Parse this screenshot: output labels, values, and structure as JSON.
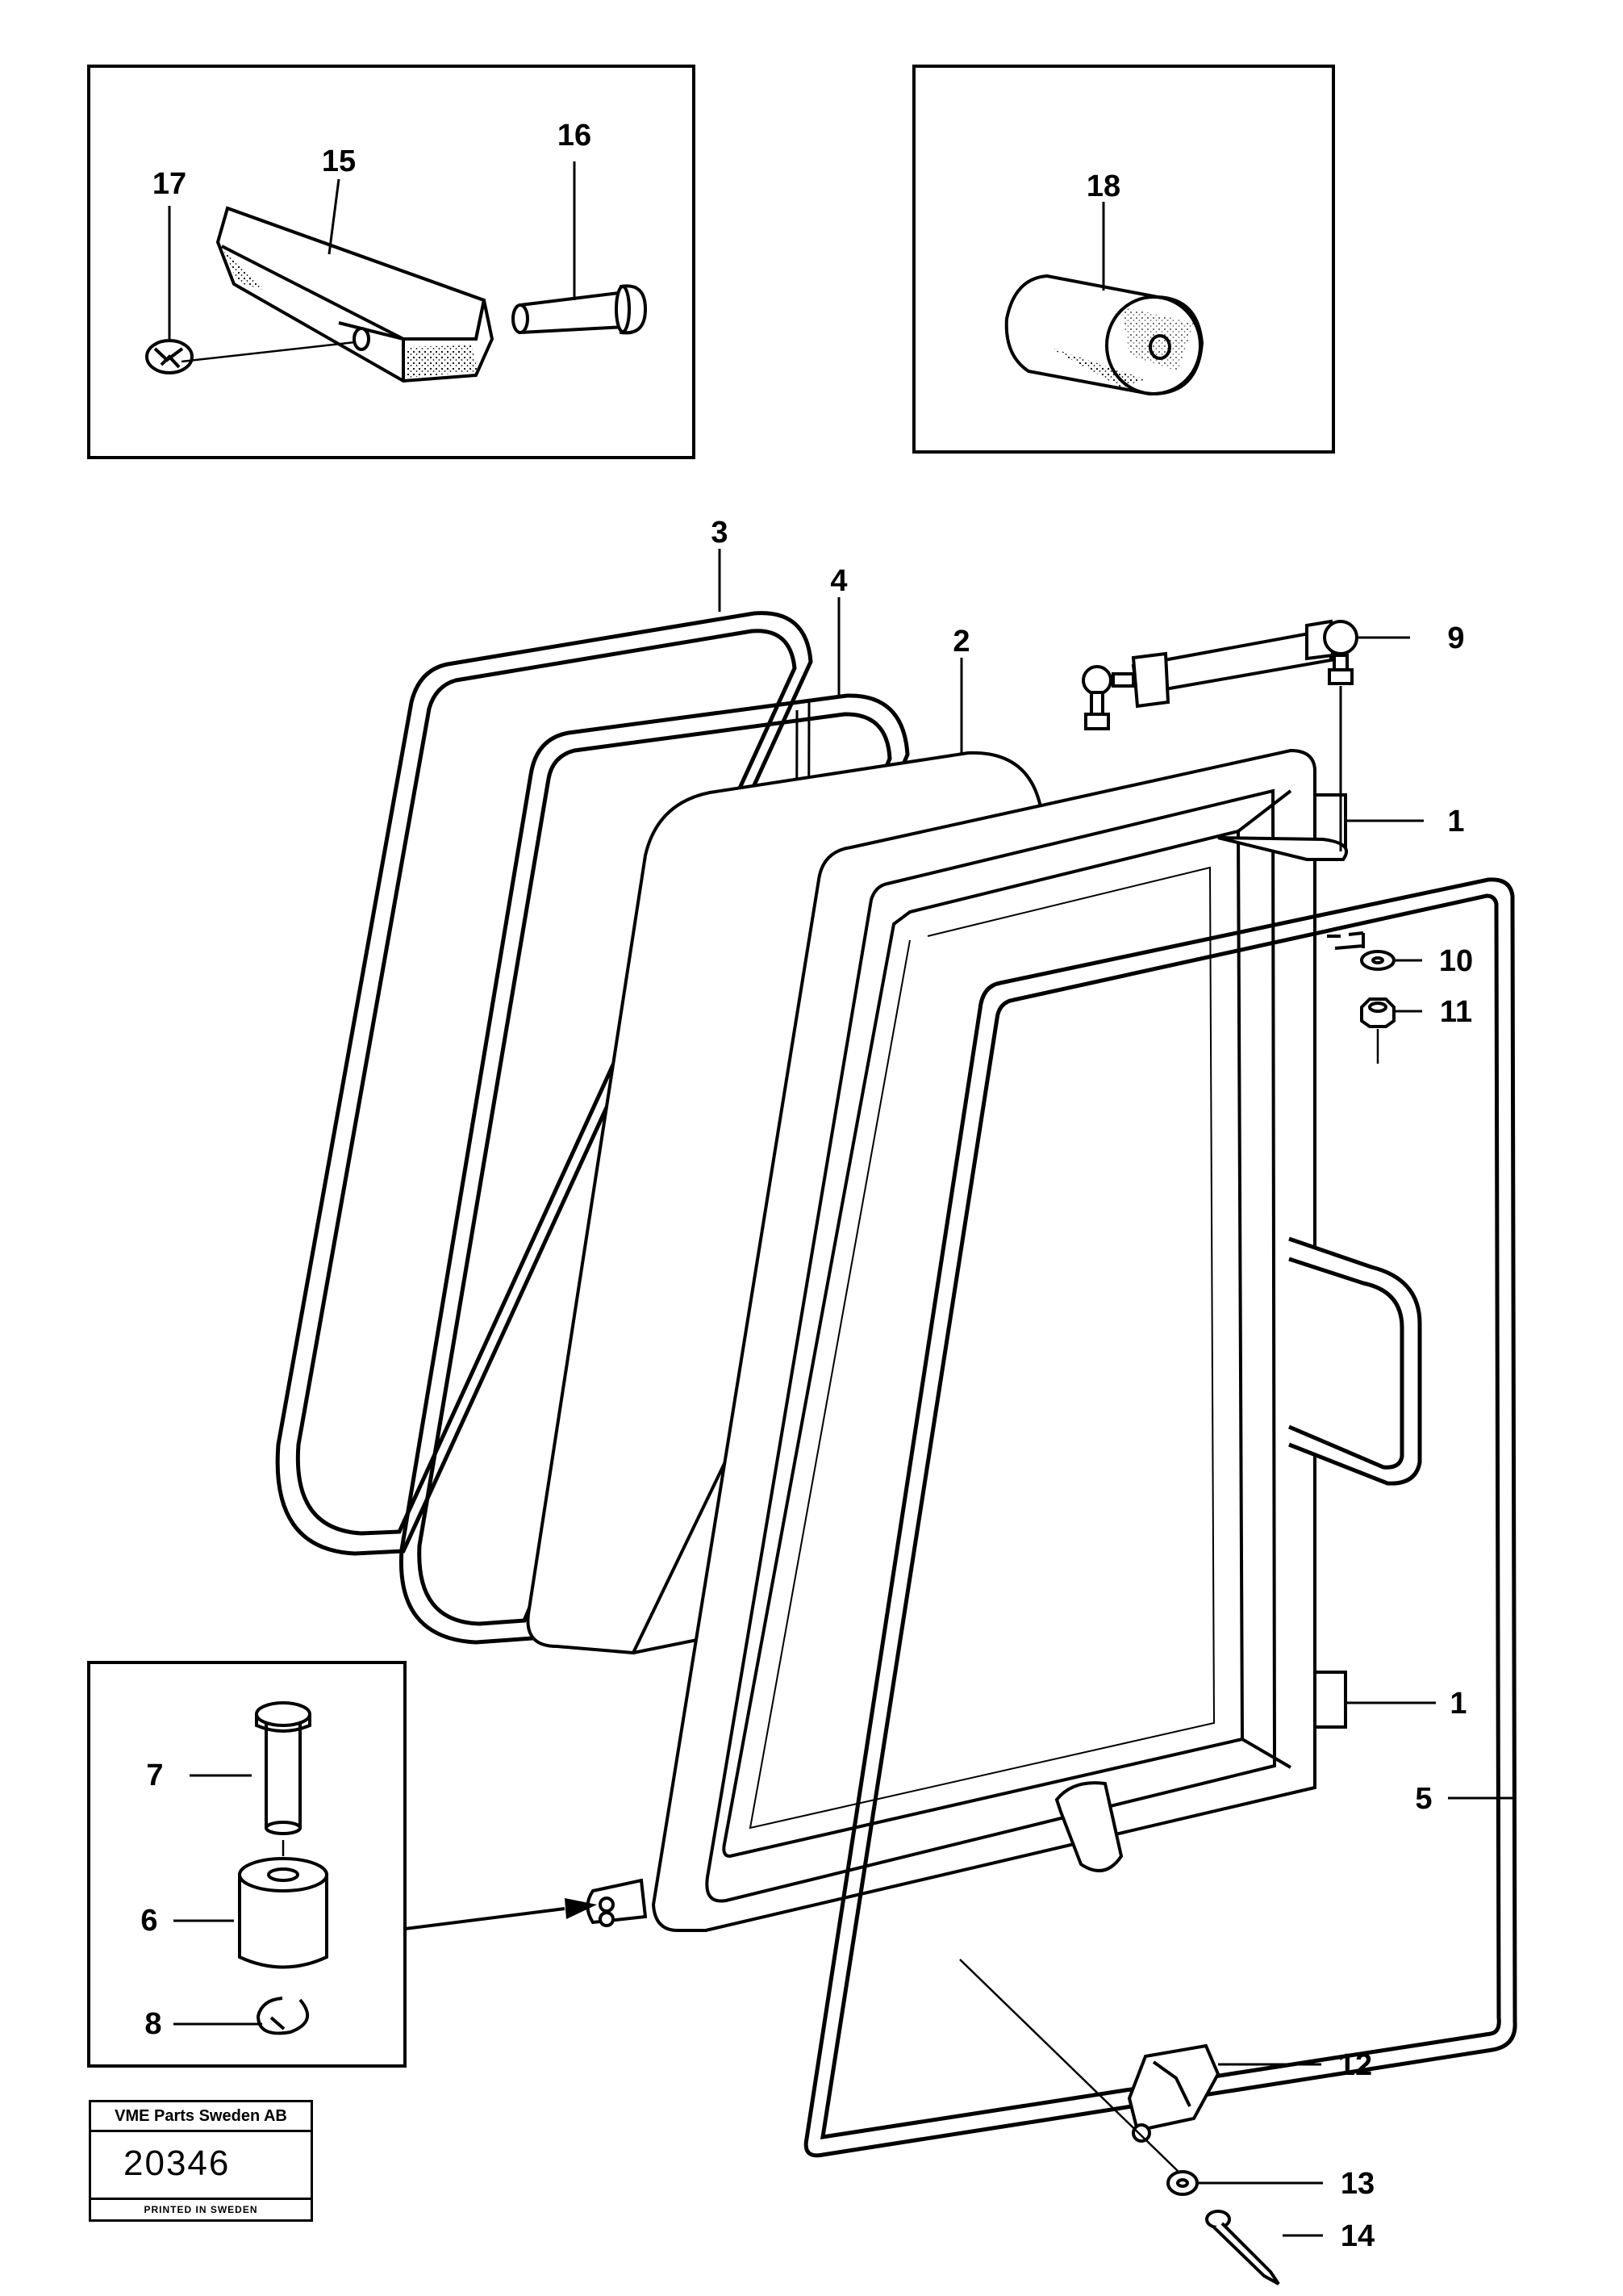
{
  "callouts": {
    "c1a": "1",
    "c1b": "1",
    "c2": "2",
    "c3": "3",
    "c4": "4",
    "c5": "5",
    "c6": "6",
    "c7": "7",
    "c8": "8",
    "c9": "9",
    "c10": "10",
    "c11": "11",
    "c12": "12",
    "c13": "13",
    "c14": "14",
    "c15": "15",
    "c16": "16",
    "c17": "17",
    "c18": "18"
  },
  "stamp": {
    "company": "VME Parts Sweden AB",
    "number": "20346",
    "printed": "PRINTED IN SWEDEN"
  }
}
